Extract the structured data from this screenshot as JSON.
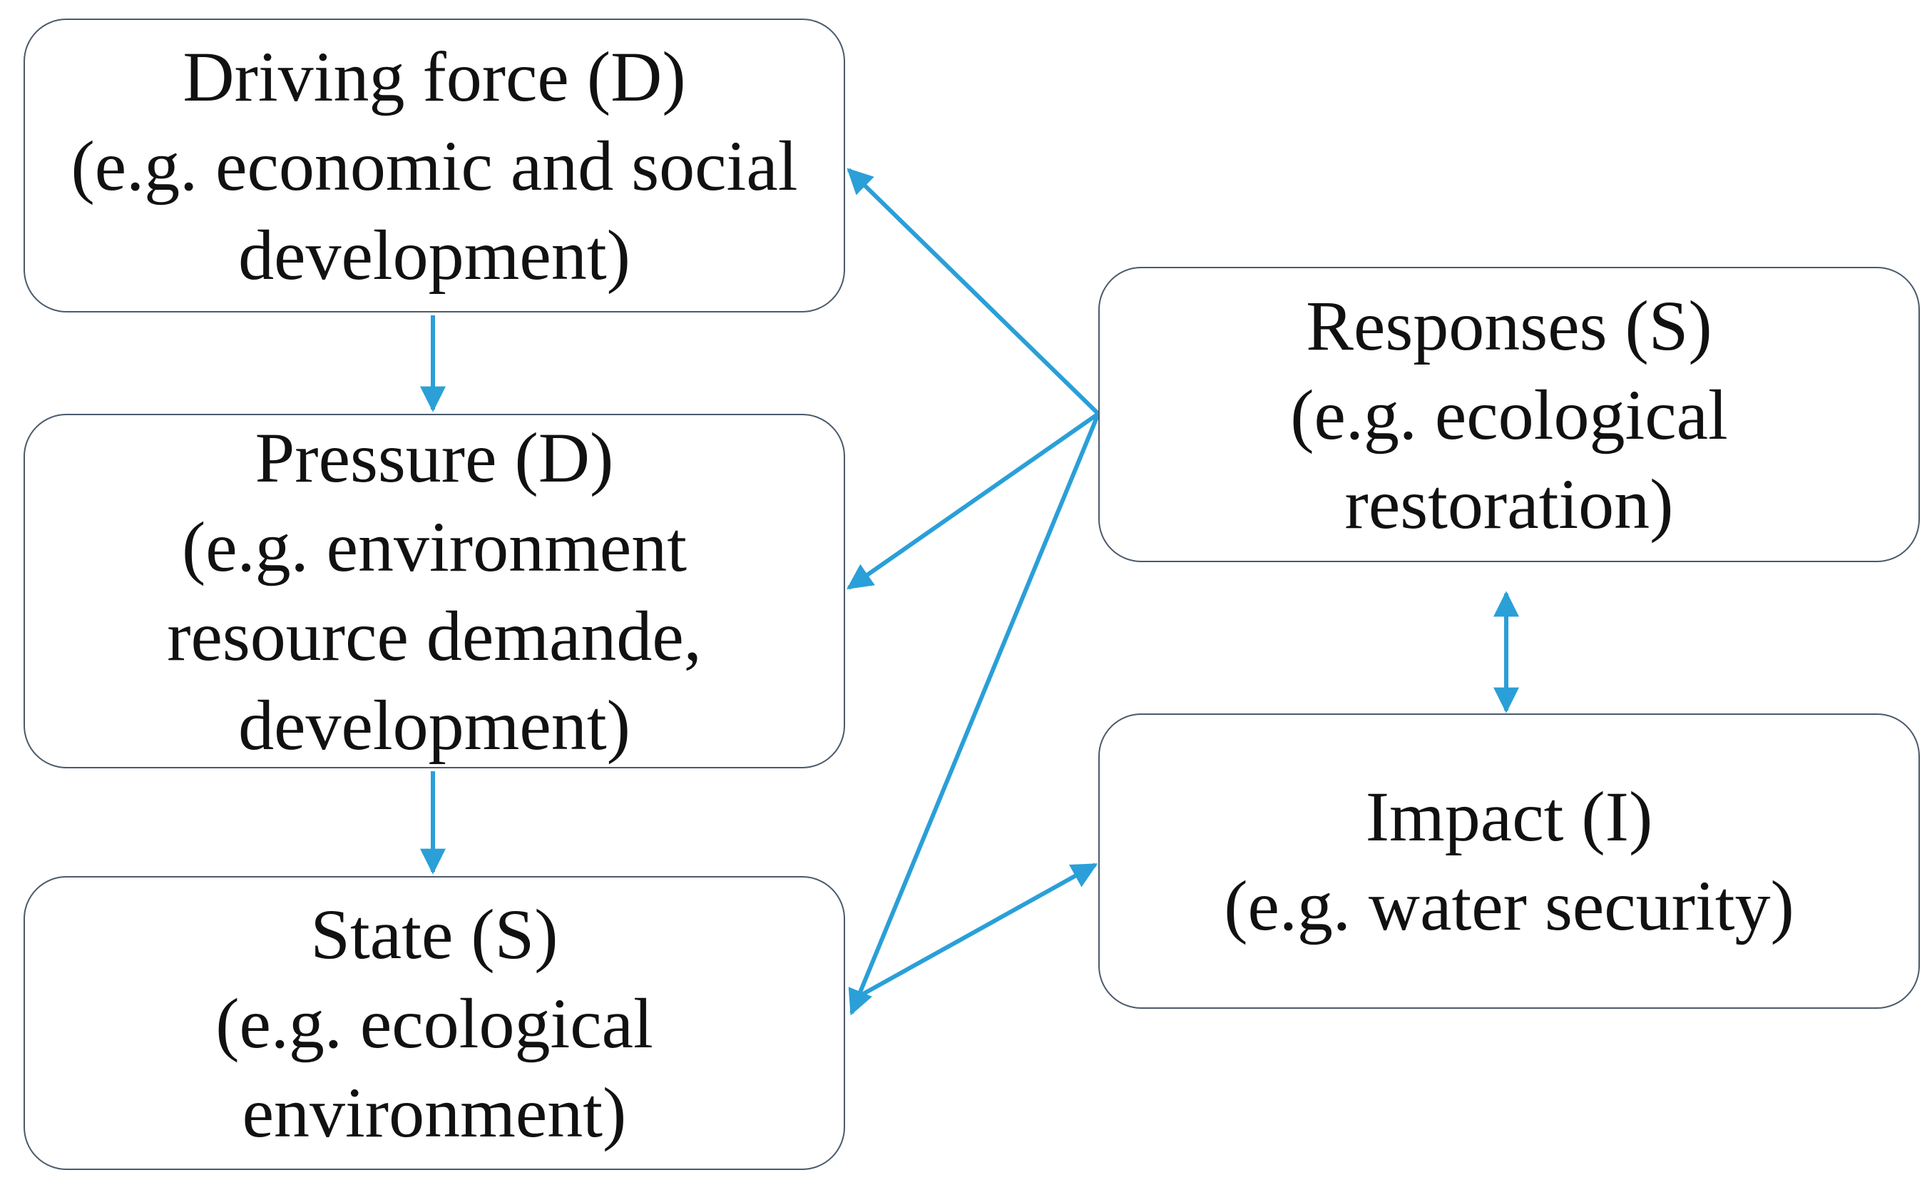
{
  "boxes": {
    "driving": {
      "title": "Driving force (D)",
      "lines": [
        "(e.g. economic and social",
        "development)"
      ]
    },
    "pressure": {
      "title": "Pressure (D)",
      "lines": [
        "(e.g. environment",
        "resource demande,",
        "development)"
      ]
    },
    "state": {
      "title": "State (S)",
      "lines": [
        "(e.g. ecological",
        "environment)"
      ]
    },
    "responses": {
      "title": "Responses (S)",
      "lines": [
        "(e.g. ecological",
        "restoration)"
      ]
    },
    "impact": {
      "title": "Impact (I)",
      "lines": [
        "(e.g. water security)"
      ]
    }
  },
  "colors": {
    "arrow": "#2a9fd8",
    "border": "#4a5a6a"
  }
}
